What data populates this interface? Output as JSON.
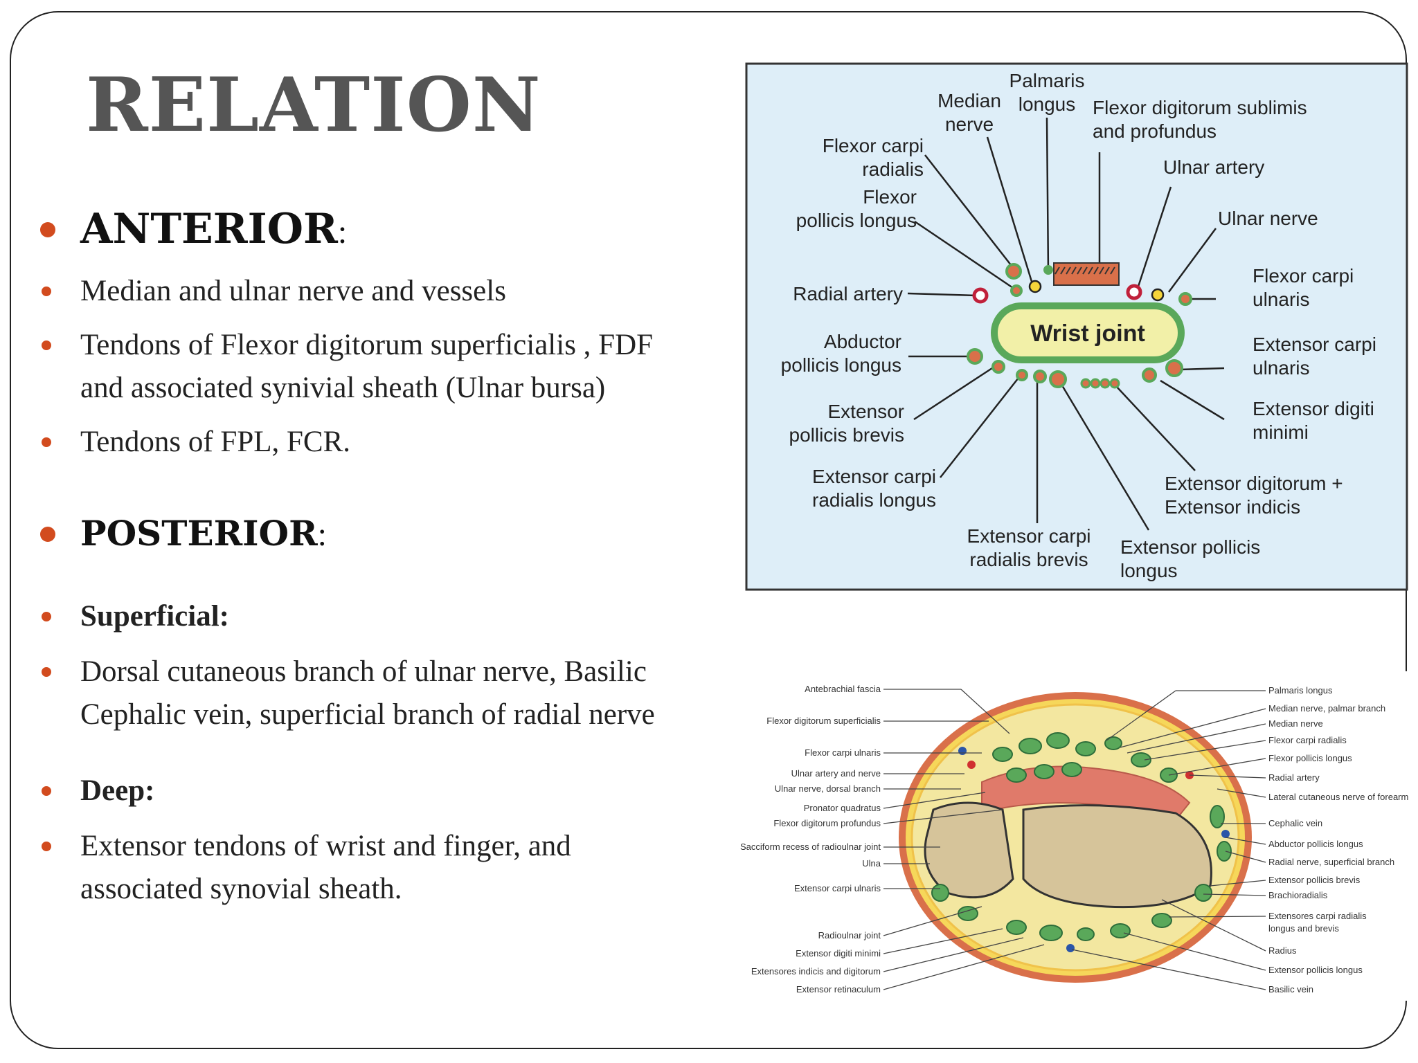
{
  "slide": {
    "title": "RELATION",
    "anterior_heading": "ANTERIOR",
    "anterior_items": [
      "Median and ulnar nerve and vessels",
      "Tendons of Flexor digitorum superficialis , FDF",
      "and associated synivial sheath (Ulnar bursa)",
      "Tendons of FPL, FCR."
    ],
    "posterior_heading": "POSTERIOR",
    "superficial_heading": "Superficial:",
    "superficial_items": [
      "Dorsal cutaneous branch of ulnar nerve, Basilic",
      "Cephalic vein, superficial branch of radial nerve"
    ],
    "deep_heading": "Deep:",
    "deep_items": [
      "Extensor tendons of wrist and finger, and",
      "associated synovial sheath."
    ]
  },
  "figure1": {
    "center_label": "Wrist joint",
    "labels": {
      "palmaris_1": "Palmaris",
      "palmaris_2": "longus",
      "median_1": "Median",
      "median_2": "nerve",
      "fds_1": "Flexor digitorum sublimis",
      "fds_2": "and profundus",
      "fcr_1": "Flexor carpi",
      "fcr_2": "radialis",
      "ulnar_artery": "Ulnar artery",
      "fpl_1": "Flexor",
      "fpl_2": "pollicis longus",
      "ulnar_nerve": "Ulnar nerve",
      "radial_artery": "Radial artery",
      "fcu_1": "Flexor carpi",
      "fcu_2": "ulnaris",
      "apl_1": "Abductor",
      "apl_2": "pollicis longus",
      "ecu_1": "Extensor carpi",
      "ecu_2": "ulnaris",
      "epb_1": "Extensor",
      "epb_2": "pollicis brevis",
      "edm_1": "Extensor digiti",
      "edm_2": "minimi",
      "ecrl_1": "Extensor carpi",
      "ecrl_2": "radialis longus",
      "ed_1": "Extensor digitorum +",
      "ed_2": "Extensor indicis",
      "ecrb_1": "Extensor carpi",
      "ecrb_2": "radialis brevis",
      "epl_1": "Extensor pollicis",
      "epl_2": "longus"
    }
  },
  "figure2": {
    "left_labels": [
      "Antebrachial fascia",
      "Flexor digitorum superficialis",
      "Flexor carpi ulnaris",
      "Ulnar artery and nerve",
      "Ulnar nerve, dorsal branch",
      "Pronator quadratus",
      "Flexor digitorum profundus",
      "Sacciform recess of radioulnar joint",
      "Ulna",
      "Extensor carpi ulnaris",
      "Radioulnar joint",
      "Extensor digiti minimi",
      "Extensores indicis and digitorum",
      "Extensor retinaculum"
    ],
    "right_labels": [
      "Palmaris longus",
      "Median nerve, palmar branch",
      "Median nerve",
      "Flexor carpi radialis",
      "Flexor pollicis longus",
      "Radial artery",
      "Lateral cutaneous nerve of forearm",
      "Cephalic vein",
      "Abductor pollicis longus",
      "Radial nerve, superficial branch",
      "Extensor pollicis brevis",
      "Brachioradialis",
      "Extensores carpi radialis",
      "longus and brevis",
      "Radius",
      "Extensor pollicis longus",
      "Basilic vein"
    ]
  },
  "colors": {
    "bullet": "#d24b1e",
    "title": "#555555",
    "fig_bg": "#deeef8",
    "tendon": "#d9704a",
    "sheath": "#5aa85a",
    "wrist_fill": "#f2f0a8"
  }
}
